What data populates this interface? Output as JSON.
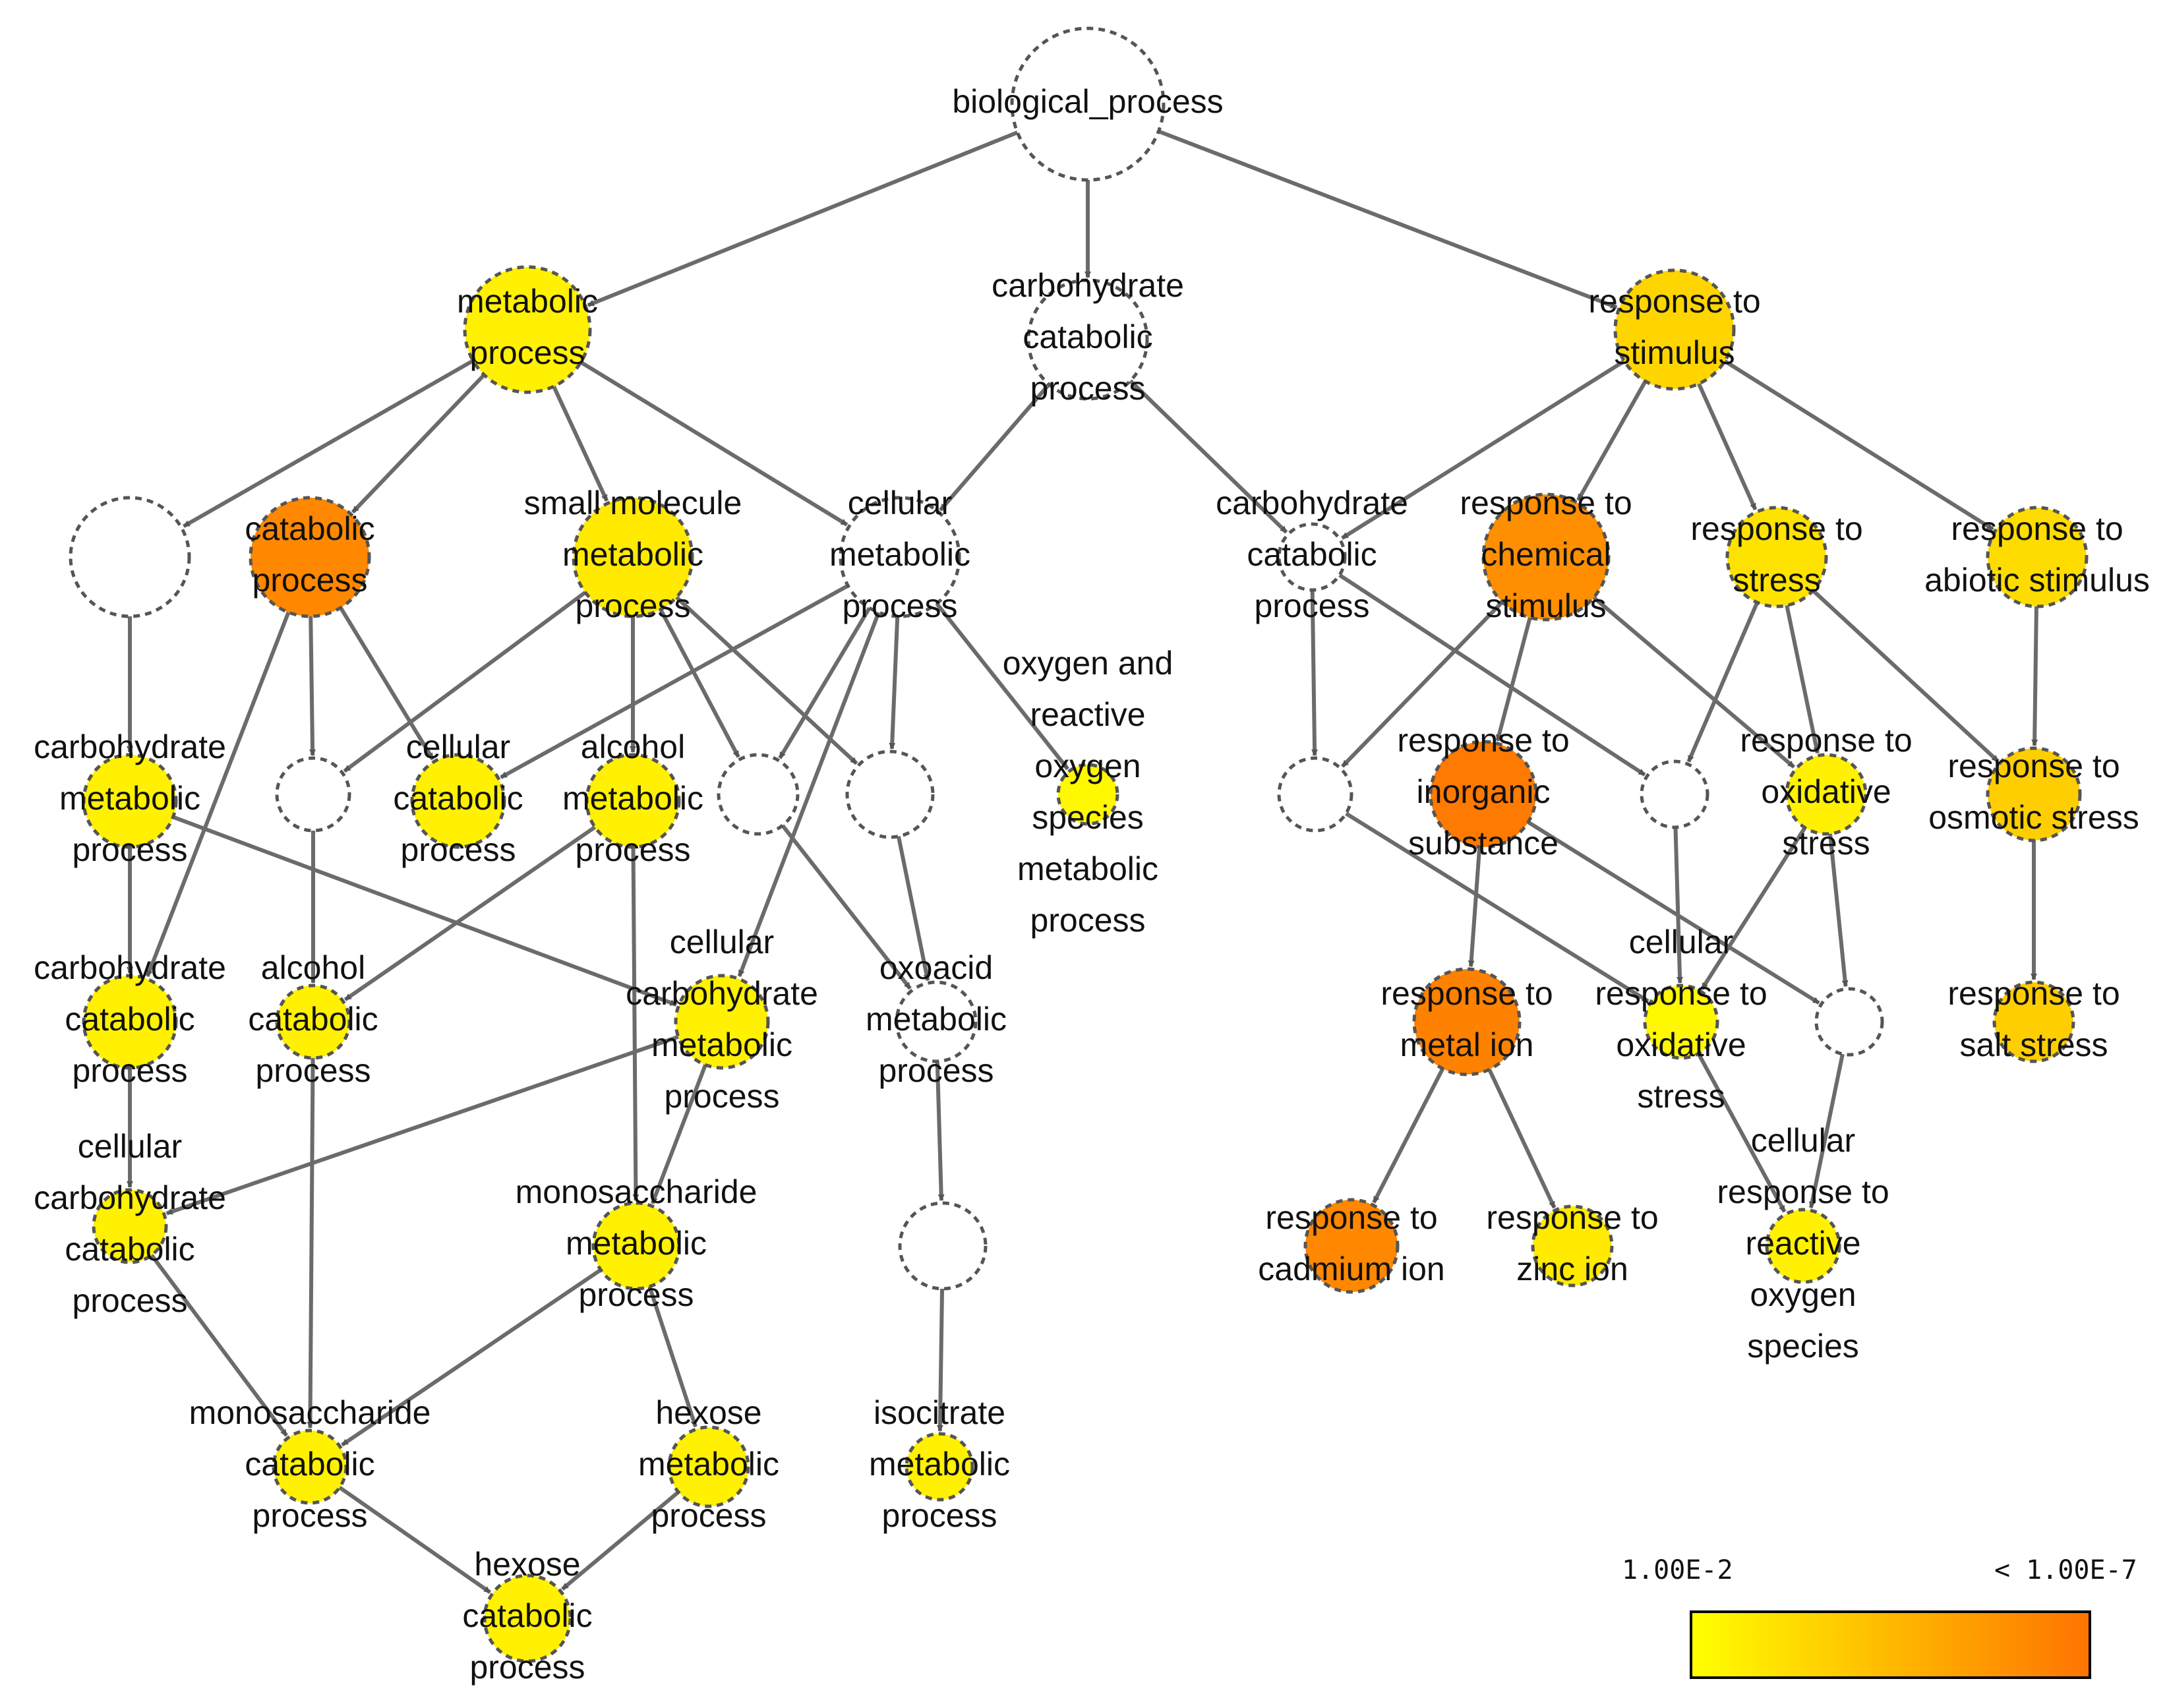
{
  "nodes": [
    {
      "id": "bp",
      "lines": [
        "biological_process"
      ],
      "level": null
    },
    {
      "id": "metabolic",
      "lines": [
        "metabolic",
        "process"
      ],
      "level": 0.1
    },
    {
      "id": "carb_cat_top",
      "lines": [
        "carbohydrate",
        "catabolic",
        "process"
      ],
      "level": null
    },
    {
      "id": "resp_stim",
      "lines": [
        "response to",
        "stimulus"
      ],
      "level": 0.3
    },
    {
      "id": "blank_left",
      "lines": [],
      "level": null
    },
    {
      "id": "catabolic",
      "lines": [
        "catabolic",
        "process"
      ],
      "level": 0.85
    },
    {
      "id": "small_mol",
      "lines": [
        "small molecule",
        "metabolic",
        "process"
      ],
      "level": 0.15
    },
    {
      "id": "cell_met",
      "lines": [
        "cellular",
        "metabolic",
        "process"
      ],
      "level": null
    },
    {
      "id": "carb_cat_right",
      "lines": [
        "carbohydrate",
        "catabolic",
        "process"
      ],
      "level": null
    },
    {
      "id": "resp_chem",
      "lines": [
        "response to",
        "chemical",
        "stimulus"
      ],
      "level": 0.8
    },
    {
      "id": "resp_stress",
      "lines": [
        "response to",
        "stress"
      ],
      "level": 0.2
    },
    {
      "id": "resp_abiotic",
      "lines": [
        "response to",
        "abiotic stimulus"
      ],
      "level": 0.25
    },
    {
      "id": "carb_met",
      "lines": [
        "carbohydrate",
        "metabolic",
        "process"
      ],
      "level": 0.1
    },
    {
      "id": "blank_a",
      "lines": [],
      "level": null
    },
    {
      "id": "cell_cat",
      "lines": [
        "cellular",
        "catabolic",
        "process"
      ],
      "level": 0.1
    },
    {
      "id": "alc_met",
      "lines": [
        "alcohol",
        "metabolic",
        "process"
      ],
      "level": 0.1
    },
    {
      "id": "blank_b",
      "lines": [],
      "level": null
    },
    {
      "id": "blank_c",
      "lines": [],
      "level": null
    },
    {
      "id": "oxy_ros",
      "lines": [
        "oxygen and",
        "reactive",
        "oxygen",
        "species",
        "metabolic",
        "process"
      ],
      "level": 0.05
    },
    {
      "id": "blank_d",
      "lines": [],
      "level": null
    },
    {
      "id": "resp_inorg",
      "lines": [
        "response to",
        "inorganic",
        "substance"
      ],
      "level": 0.95
    },
    {
      "id": "blank_e",
      "lines": [],
      "level": null
    },
    {
      "id": "resp_oxid",
      "lines": [
        "response to",
        "oxidative",
        "stress"
      ],
      "level": 0.1
    },
    {
      "id": "resp_osm",
      "lines": [
        "response to",
        "osmotic stress"
      ],
      "level": 0.35
    },
    {
      "id": "carb_cat_l",
      "lines": [
        "carbohydrate",
        "catabolic",
        "process"
      ],
      "level": 0.1
    },
    {
      "id": "alc_cat",
      "lines": [
        "alcohol",
        "catabolic",
        "process"
      ],
      "level": 0.1
    },
    {
      "id": "cell_carb_met",
      "lines": [
        "cellular",
        "carbohydrate",
        "metabolic",
        "process"
      ],
      "level": 0.1
    },
    {
      "id": "oxoacid",
      "lines": [
        "oxoacid",
        "metabolic",
        "process"
      ],
      "level": null
    },
    {
      "id": "resp_metal",
      "lines": [
        "response to",
        "metal ion"
      ],
      "level": 0.9
    },
    {
      "id": "cell_resp_oxid",
      "lines": [
        "cellular",
        "response to",
        "oxidative",
        "stress"
      ],
      "level": 0.05
    },
    {
      "id": "blank_f",
      "lines": [],
      "level": null
    },
    {
      "id": "resp_salt",
      "lines": [
        "response to",
        "salt stress"
      ],
      "level": 0.35
    },
    {
      "id": "cell_carb_cat",
      "lines": [
        "cellular",
        "carbohydrate",
        "catabolic",
        "process"
      ],
      "level": 0.1
    },
    {
      "id": "mono_met",
      "lines": [
        "monosaccharide",
        "metabolic",
        "process"
      ],
      "level": 0.1
    },
    {
      "id": "blank_g",
      "lines": [],
      "level": null
    },
    {
      "id": "resp_cd",
      "lines": [
        "response to",
        "cadmium ion"
      ],
      "level": 0.85
    },
    {
      "id": "resp_zn",
      "lines": [
        "response to",
        "zinc ion"
      ],
      "level": 0.15
    },
    {
      "id": "cell_resp_ros",
      "lines": [
        "cellular",
        "response to",
        "reactive",
        "oxygen",
        "species"
      ],
      "level": 0.1
    },
    {
      "id": "mono_cat",
      "lines": [
        "monosaccharide",
        "catabolic",
        "process"
      ],
      "level": 0.1
    },
    {
      "id": "hex_met",
      "lines": [
        "hexose",
        "metabolic",
        "process"
      ],
      "level": 0.1
    },
    {
      "id": "isocit",
      "lines": [
        "isocitrate",
        "metabolic",
        "process"
      ],
      "level": 0.1
    },
    {
      "id": "hex_cat",
      "lines": [
        "hexose",
        "catabolic",
        "process"
      ],
      "level": 0.1
    }
  ],
  "edges": [
    [
      "bp",
      "metabolic"
    ],
    [
      "bp",
      "carb_cat_top"
    ],
    [
      "bp",
      "resp_stim"
    ],
    [
      "metabolic",
      "blank_left"
    ],
    [
      "metabolic",
      "catabolic"
    ],
    [
      "metabolic",
      "small_mol"
    ],
    [
      "metabolic",
      "cell_met"
    ],
    [
      "carb_cat_top",
      "cell_met"
    ],
    [
      "carb_cat_top",
      "carb_cat_right"
    ],
    [
      "resp_stim",
      "carb_cat_right"
    ],
    [
      "resp_stim",
      "resp_chem"
    ],
    [
      "resp_stim",
      "resp_stress"
    ],
    [
      "resp_stim",
      "resp_abiotic"
    ],
    [
      "blank_left",
      "carb_met"
    ],
    [
      "catabolic",
      "blank_a"
    ],
    [
      "catabolic",
      "cell_cat"
    ],
    [
      "catabolic",
      "carb_cat_l"
    ],
    [
      "small_mol",
      "blank_a"
    ],
    [
      "small_mol",
      "alc_met"
    ],
    [
      "small_mol",
      "blank_b"
    ],
    [
      "small_mol",
      "blank_c"
    ],
    [
      "cell_met",
      "cell_cat"
    ],
    [
      "cell_met",
      "blank_b"
    ],
    [
      "cell_met",
      "blank_c"
    ],
    [
      "cell_met",
      "oxy_ros"
    ],
    [
      "cell_met",
      "cell_carb_met"
    ],
    [
      "carb_cat_right",
      "blank_d"
    ],
    [
      "carb_cat_right",
      "blank_e"
    ],
    [
      "resp_chem",
      "blank_d"
    ],
    [
      "resp_chem",
      "resp_inorg"
    ],
    [
      "resp_chem",
      "resp_oxid"
    ],
    [
      "resp_stress",
      "blank_e"
    ],
    [
      "resp_stress",
      "resp_oxid"
    ],
    [
      "resp_stress",
      "resp_osm"
    ],
    [
      "resp_abiotic",
      "resp_osm"
    ],
    [
      "carb_met",
      "carb_cat_l"
    ],
    [
      "carb_met",
      "cell_carb_met"
    ],
    [
      "blank_a",
      "alc_cat"
    ],
    [
      "alc_met",
      "alc_cat"
    ],
    [
      "alc_met",
      "mono_met"
    ],
    [
      "blank_b",
      "oxoacid"
    ],
    [
      "blank_c",
      "oxoacid"
    ],
    [
      "blank_d",
      "cell_resp_oxid"
    ],
    [
      "resp_inorg",
      "resp_metal"
    ],
    [
      "resp_inorg",
      "blank_f"
    ],
    [
      "blank_e",
      "cell_resp_oxid"
    ],
    [
      "resp_oxid",
      "cell_resp_oxid"
    ],
    [
      "resp_oxid",
      "blank_f"
    ],
    [
      "resp_osm",
      "resp_salt"
    ],
    [
      "carb_cat_l",
      "cell_carb_cat"
    ],
    [
      "alc_cat",
      "mono_cat"
    ],
    [
      "cell_carb_met",
      "cell_carb_cat"
    ],
    [
      "cell_carb_met",
      "mono_met"
    ],
    [
      "oxoacid",
      "blank_g"
    ],
    [
      "resp_metal",
      "resp_cd"
    ],
    [
      "resp_metal",
      "resp_zn"
    ],
    [
      "blank_f",
      "cell_resp_ros"
    ],
    [
      "cell_resp_oxid",
      "cell_resp_ros"
    ],
    [
      "cell_carb_cat",
      "mono_cat"
    ],
    [
      "mono_met",
      "mono_cat"
    ],
    [
      "mono_met",
      "hex_met"
    ],
    [
      "blank_g",
      "isocit"
    ],
    [
      "mono_cat",
      "hex_cat"
    ],
    [
      "hex_met",
      "hex_cat"
    ]
  ],
  "legend": {
    "min_label": "1.00E-2",
    "max_label": "< 1.00E-7",
    "color_low": "#FFFF00",
    "color_high": "#FF7300"
  }
}
